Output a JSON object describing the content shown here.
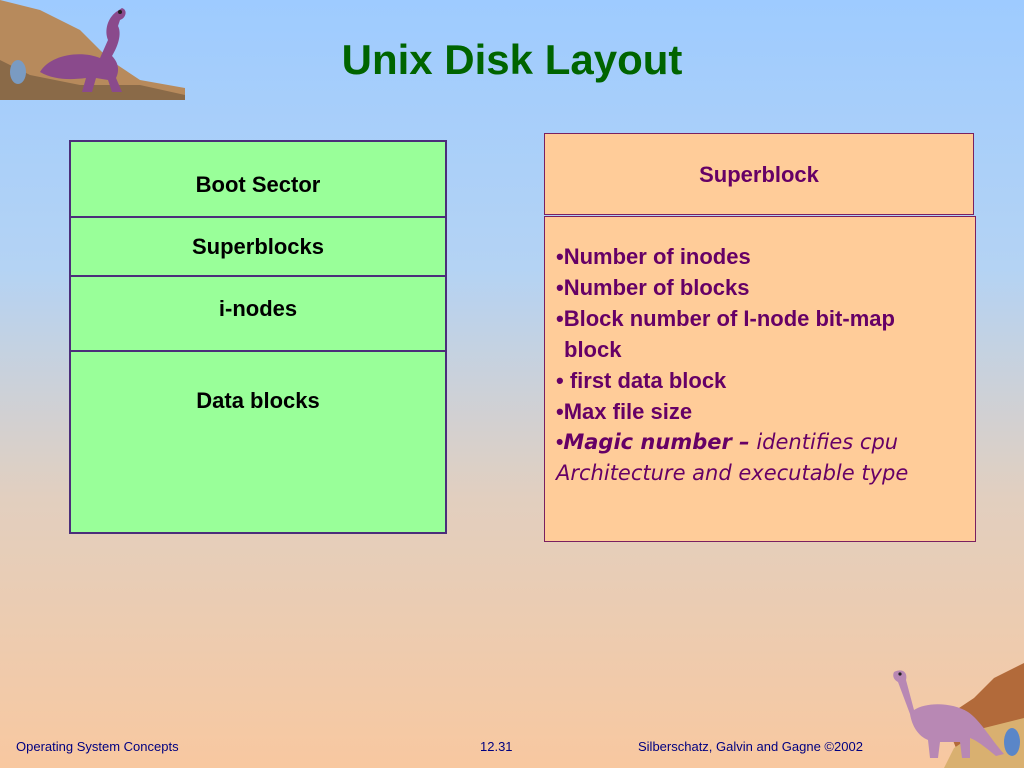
{
  "slide": {
    "title": "Unix Disk Layout"
  },
  "disk_layout": {
    "segments": [
      {
        "label": "Boot Sector"
      },
      {
        "label": "Superblocks"
      },
      {
        "label": "i-nodes"
      },
      {
        "label": "Data blocks"
      }
    ]
  },
  "superblock": {
    "header": "Superblock",
    "items": [
      "Number of inodes",
      "Number of blocks",
      "Block number of I-node bit-map",
      "block",
      " first data block",
      "Max file size"
    ],
    "magic_term": "Magic number –",
    "magic_desc": " identifies cpu",
    "magic_desc2": "Architecture and executable type"
  },
  "footer": {
    "left": "Operating System Concepts",
    "center": "12.31",
    "right": "Silberschatz, Galvin and  Gagne ©2002"
  },
  "colors": {
    "title": "#006400",
    "layout_fill": "#99ff99",
    "superblock_fill": "#ffcc99",
    "superblock_text": "#660066",
    "footer_text": "#000080"
  },
  "icons": [
    "dinosaur-top-left-icon",
    "dinosaur-bottom-right-icon"
  ]
}
